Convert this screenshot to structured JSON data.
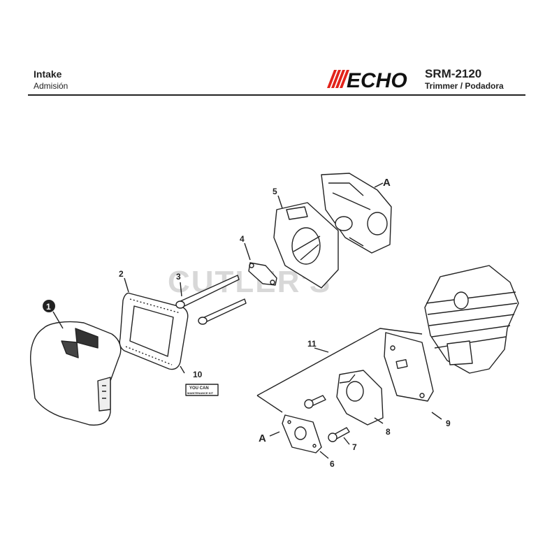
{
  "header": {
    "title": "Intake",
    "subtitle": "Admisión",
    "brand": "ECHO",
    "model": "SRM-2120",
    "model_subtitle": "Trimmer / Podadora"
  },
  "watermark": "CUTLER'S",
  "callouts": {
    "p1": "1",
    "p2": "2",
    "p3": "3",
    "p4": "4",
    "p5": "5",
    "p6": "6",
    "p7": "7",
    "p8": "8",
    "p9": "9",
    "p10": "10",
    "p11": "11",
    "ref_a_top": "A",
    "ref_a_bottom": "A"
  },
  "kit_label": {
    "line1": "YOU CAN",
    "line2": "MAINTENANCE KIT"
  },
  "colors": {
    "brand_red": "#e2231a",
    "line": "#222222",
    "watermark": "#d8d8d8"
  }
}
